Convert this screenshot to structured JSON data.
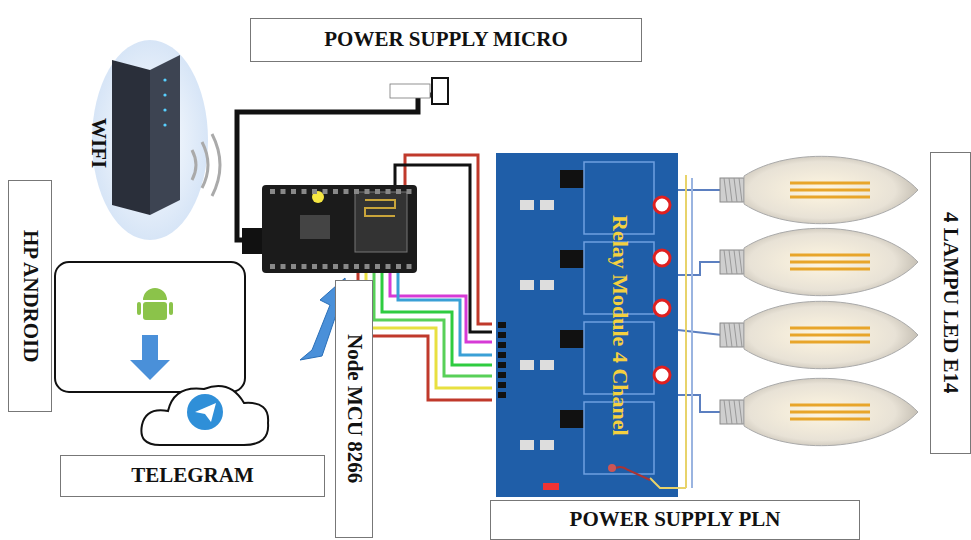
{
  "diagram": {
    "nodes": [
      {
        "text": [
          "POWER SUPPLY MICRO"
        ]
      },
      {
        "text": [
          "HP ANDROID"
        ]
      },
      {
        "text": [
          "TELEGRAM"
        ]
      },
      {
        "text": [
          "Node MCU 8266"
        ]
      },
      {
        "text": [
          "Relay Module 4 Chanel"
        ]
      },
      {
        "text": [
          "4 LAMPU LED E14"
        ]
      },
      {
        "text": [
          "POWER SUPPLY PLN"
        ]
      }
    ],
    "labels": [
      "WIFI"
    ]
  }
}
